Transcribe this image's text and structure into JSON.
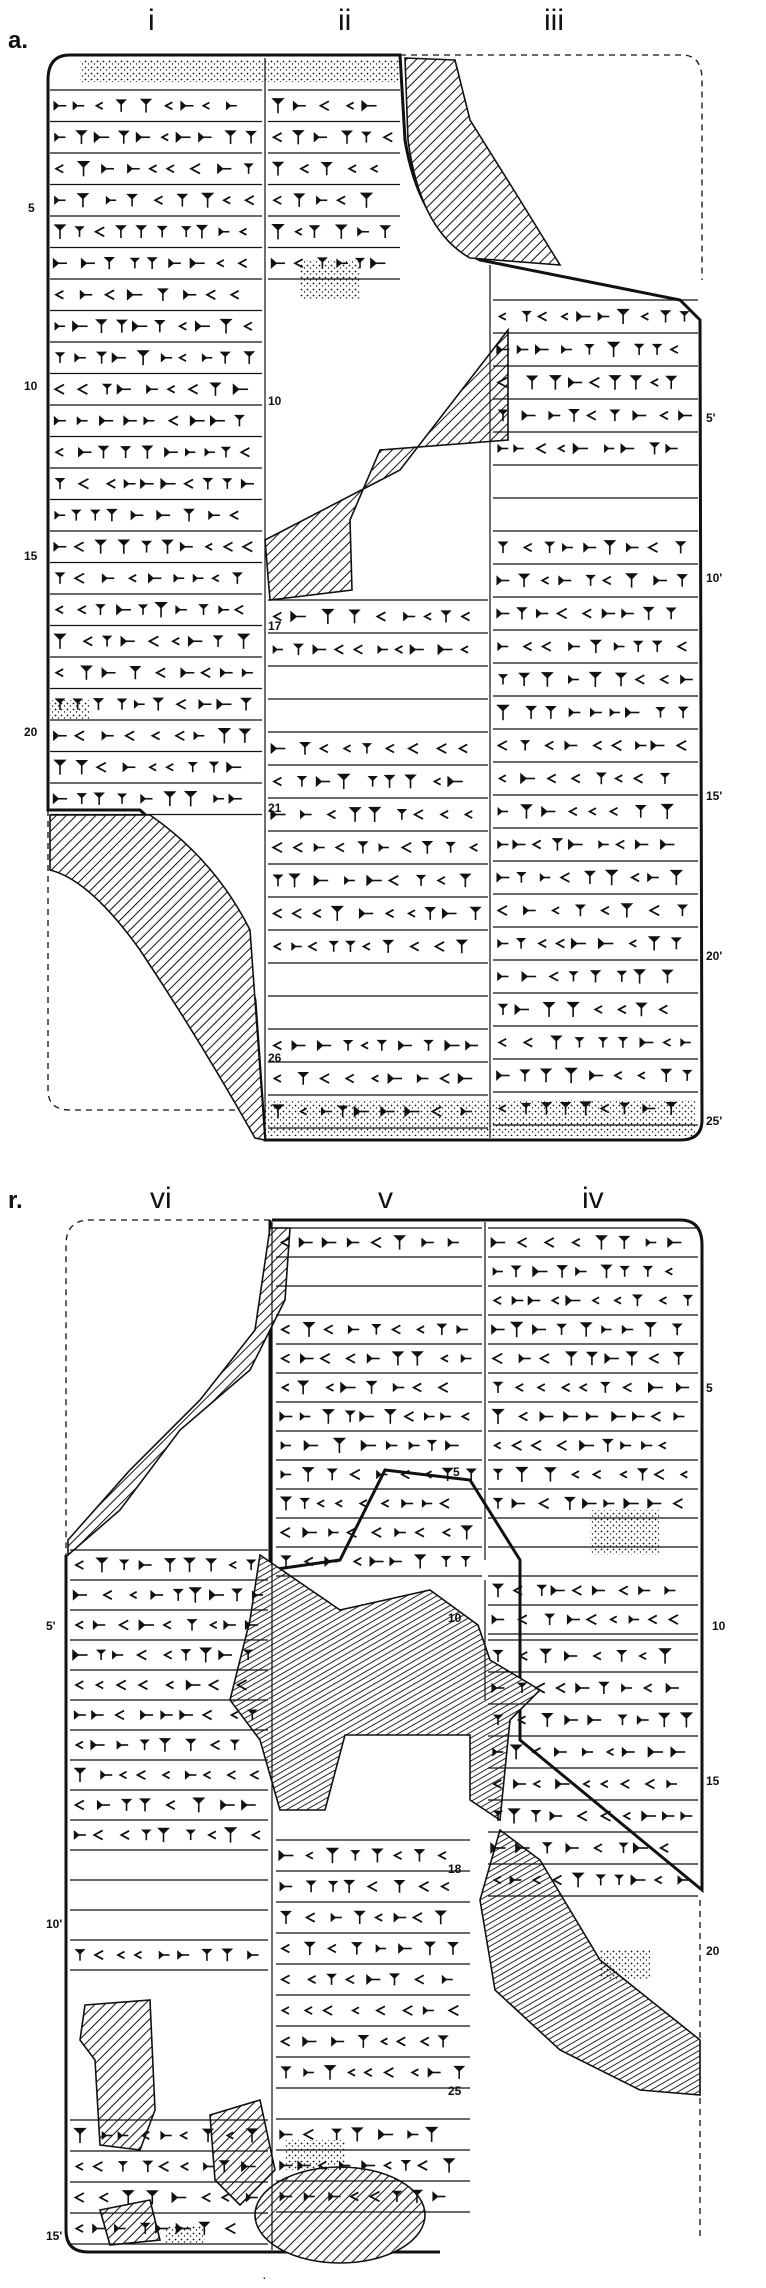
{
  "plate": {
    "obverse": {
      "face_label": "a.",
      "columns": [
        "i",
        "ii",
        "iii"
      ],
      "line_numbers": {
        "col_i": [
          "5",
          "10",
          "15",
          "20"
        ],
        "col_ii": [
          "10",
          "17",
          "21",
          "26"
        ],
        "col_iii": [
          "5'",
          "10'",
          "15'",
          "20'",
          "25'"
        ]
      }
    },
    "reverse": {
      "face_label": "r.",
      "columns": [
        "vi",
        "v",
        "iv"
      ],
      "line_numbers": {
        "col_vi": [
          "5'",
          "10'",
          "15'"
        ],
        "col_v": [
          "5",
          "10",
          "18",
          "25"
        ],
        "col_iv": [
          "5",
          "10",
          "15",
          "20"
        ]
      }
    },
    "colors": {
      "ink": "#111111",
      "paper": "#ffffff"
    },
    "icons": [
      "cuneiform-sign-icon",
      "hatched-damage-icon",
      "stippled-abrasion-icon"
    ]
  }
}
